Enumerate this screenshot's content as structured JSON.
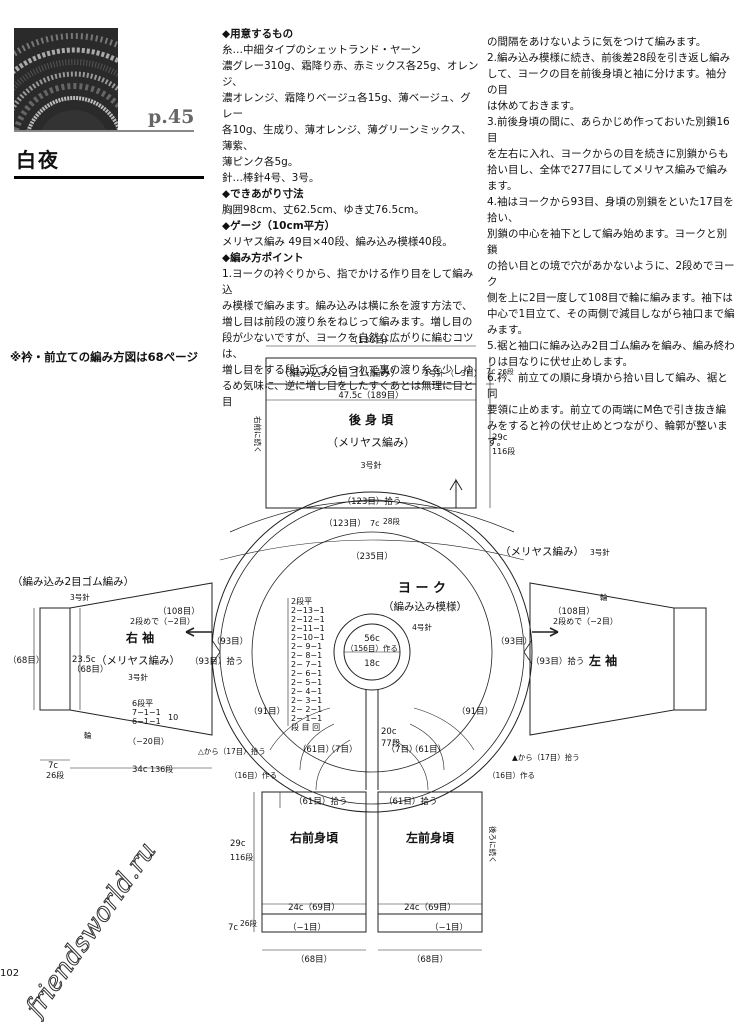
{
  "header": {
    "page_ref": "p.45",
    "title": "白夜"
  },
  "materials": {
    "heading": "◆用意するもの",
    "lines": [
      "糸…中細タイプのシェットランド・ヤーン",
      "濃グレー310g、霜降り赤、赤ミックス各25g、オレンジ、",
      "濃オレンジ、霜降りベージュ各15g、薄ベージュ、グレー",
      "各10g、生成り、薄オレンジ、薄グリーンミックス、薄紫、",
      "薄ピンク各5g。",
      "針…棒針4号、3号。"
    ]
  },
  "size": {
    "heading": "◆できあがり寸法",
    "text": "胸囲98cm、丈62.5cm、ゆき丈76.5cm。"
  },
  "gauge": {
    "heading": "◆ゲージ（10cm平方）",
    "text": "メリヤス編み 49目×40段、編み込み模様40段。"
  },
  "points": {
    "heading": "◆編み方ポイント",
    "col1_lines": [
      "1.ヨークの衿ぐりから、指でかける作り目をして編み込",
      "み模様で編みます。編み込みは横に糸を渡す方法で、",
      "増し目は前段の渡り糸をねじって編みます。増し目の",
      "段が少ないですが、ヨークを自然な広がりに編むコツは、",
      "増し目をする段に近づくにつれて裏の渡り糸を少しゆ",
      "るめ気味に、逆に増し目をしたすぐあとは無理に目と目"
    ],
    "col2_lines": [
      "の間隔をあけないように気をつけて編みます。",
      "2.編み込み模様に続き、前後差28段を引き返し編み",
      "して、ヨークの目を前後身頃と袖に分けます。袖分の目",
      "は休めておきます。",
      "3.前後身頃の間に、あらかじめ作っておいた別鎖16目",
      "を左右に入れ、ヨークからの目を続きに別鎖からも",
      "拾い目し、全体で277目にしてメリヤス編みで編みます。",
      "4.袖はヨークから93目、身頃の別鎖をといた17目を拾い、",
      "別鎖の中心を袖下として編み始めます。ヨークと別鎖",
      "の拾い目との境で穴があかないように、2段めでヨーク",
      "側を上に2目一度して108目で輪に編みます。袖下は",
      "中心で1目立て、その両側で減目しながら袖口まで編",
      "みます。",
      "5.裾と袖口に編み込み2目ゴム編みを編み、編み終わ",
      "りは目なりに伏せ止めします。",
      "6.衿、前立ての順に身頃から拾い目して編み、裾と同",
      "要領に止めます。前立ての両端にM色で引き抜き編",
      "みをすると衿の伏せ止めとつながり、輪郭が整います。"
    ]
  },
  "note": "※衿・前立ての編み方図は68ページ",
  "diagram": {
    "back": {
      "top_width": "（136目）",
      "ribbing": "（編み込み2目ゴム編み）",
      "rib_needle": "3号針",
      "rib_dec": "（−3目）",
      "rib_len": "7c",
      "rib_rows": "26段",
      "width": "47.5c（189目）",
      "name": "後 身 頃",
      "stitch": "（メリヤス編み）",
      "needle": "3号針",
      "height": "29c",
      "height_rows": "116段",
      "side_note": "右前に続く",
      "pickup": "（123目）拾う"
    },
    "yoke": {
      "outer_back": "（123目）",
      "diff": "7c",
      "diff_rows": "28段",
      "outer": "（235目）",
      "stitch_label": "（メリヤス編み）",
      "stitch_needle": "3号針",
      "name": "ヨ ー ク",
      "pattern": "（編み込み模様）",
      "needle": "4号針",
      "neck_width": "56c",
      "neck_sts": "（156目）作る",
      "neck_depth": "18c",
      "front_len": "20c",
      "front_rows": "77段",
      "sleeve_left": "（93目）",
      "sleeve_right": "（93目）",
      "inc_left": "（91目）",
      "inc_right": "（91目）",
      "front_left_a": "（61目）",
      "front_left_b": "（7目）",
      "front_right_a": "（7目）",
      "front_right_b": "（61目）",
      "inc_table": [
        "2段平",
        "2−13−1",
        "2−12−1",
        "2−11−1",
        "2−10−1",
        "2− 9−1",
        "2− 8−1",
        "2− 7−1",
        "2− 6−1",
        "2− 5−1",
        "2− 4−1",
        "2− 3−1",
        "2− 2−1",
        "2− 1−1",
        "段 目 回"
      ]
    },
    "right_sleeve": {
      "ribbing": "（編み込み2目ゴム編み）",
      "rib_needle": "3号針",
      "cuff_sts": "（68目）",
      "pickup": "（108目）",
      "second_row": "2段めで（−2目）",
      "name": "右 袖",
      "width": "23.5c",
      "width_sts": "（68目）",
      "stitch": "（メリヤス編み）",
      "needle": "3号針",
      "yoke_sts": "（93目）拾う",
      "dec1": "6段平",
      "dec2": "7−1−1",
      "dec3": "6−1−1",
      "dec_times": "10",
      "dec_total": "（−20目）",
      "round": "輪",
      "underarm": "△から（17目）拾う",
      "rib_len": "7c",
      "rib_rows": "26段",
      "sleeve_len": "34c",
      "sleeve_rows": "136段",
      "side_sts": "（16目）作る"
    },
    "left_sleeve": {
      "pickup": "（108目）",
      "second_row": "2段めで（−2目）",
      "name": "左 袖",
      "yoke_sts": "（93目）拾う",
      "round": "輪",
      "underarm": "▲から（17目）拾う",
      "side_sts": "（16目）作る"
    },
    "right_front": {
      "pickup": "（61目）拾う",
      "name": "右前身頃",
      "height": "29c",
      "height_rows": "116段",
      "width": "24c（69目）",
      "rib_dec": "（−1目）",
      "rib_len": "7c",
      "rib_rows": "26段",
      "bottom": "（68目）"
    },
    "left_front": {
      "pickup": "（61目）拾う",
      "name": "左前身頃",
      "width": "24c（69目）",
      "rib_dec": "（−1目）",
      "side_note": "後ろに続く",
      "bottom": "（68目）"
    }
  },
  "footer": {
    "page_number": "102",
    "watermark": "friendsworld.ru"
  }
}
